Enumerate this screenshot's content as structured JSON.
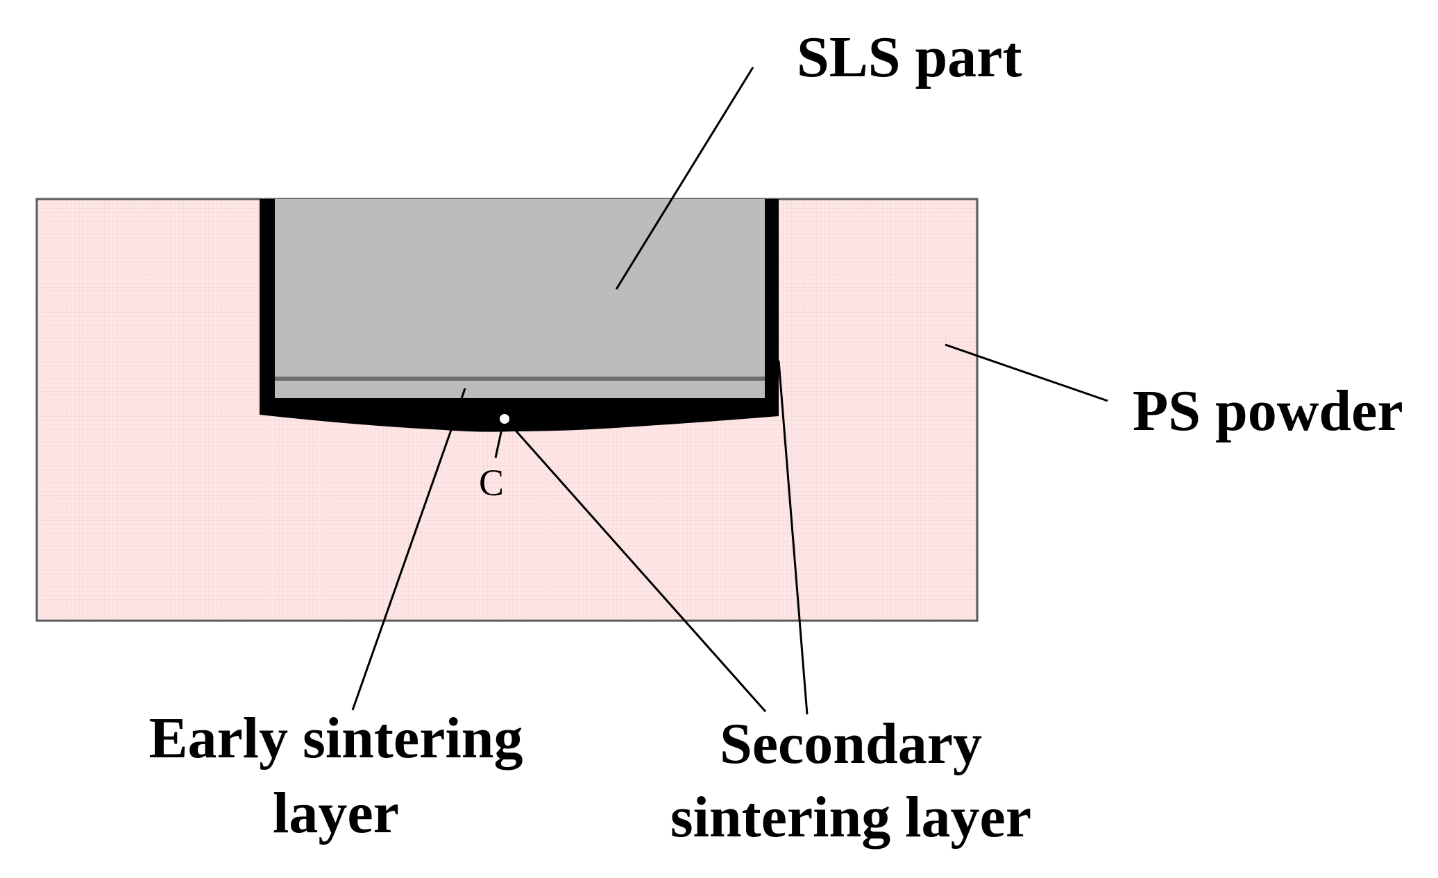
{
  "diagram": {
    "labels": {
      "sls_part": "SLS part",
      "ps_powder": "PS powder",
      "early_line1": "Early sintering",
      "early_line2": "layer",
      "secondary_line1": "Secondary",
      "secondary_line2": "sintering layer",
      "point_c": "C"
    },
    "colors": {
      "powder_fill": "#fde6e6",
      "powder_grid": "#f6cfcf",
      "part_fill": "#bcbcbc",
      "shell": "#000000",
      "early_layer_line": "#6e6e6e",
      "frame": "#5a5a5a"
    }
  }
}
